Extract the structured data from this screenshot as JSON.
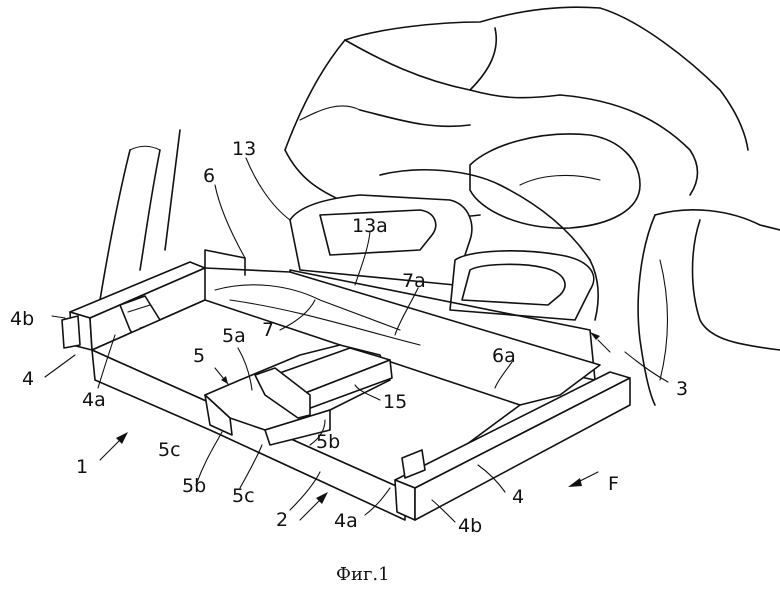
{
  "labels": {
    "l13": "13",
    "l6": "6",
    "l13a": "13a",
    "l7a": "7a",
    "l5a": "5a",
    "l7": "7",
    "l4b_left": "4b",
    "l4_left": "4",
    "l4a_left": "4a",
    "l5": "5",
    "l6a": "6a",
    "l3": "3",
    "l15": "15",
    "l1": "1",
    "l5c_left": "5c",
    "l5b_mid": "5b",
    "l5b_left": "5b",
    "l5c_mid": "5c",
    "l2": "2",
    "l4_right": "4",
    "lF": "F",
    "l4a_right": "4a",
    "l4b_right": "4b"
  },
  "caption": "Фиг.1"
}
